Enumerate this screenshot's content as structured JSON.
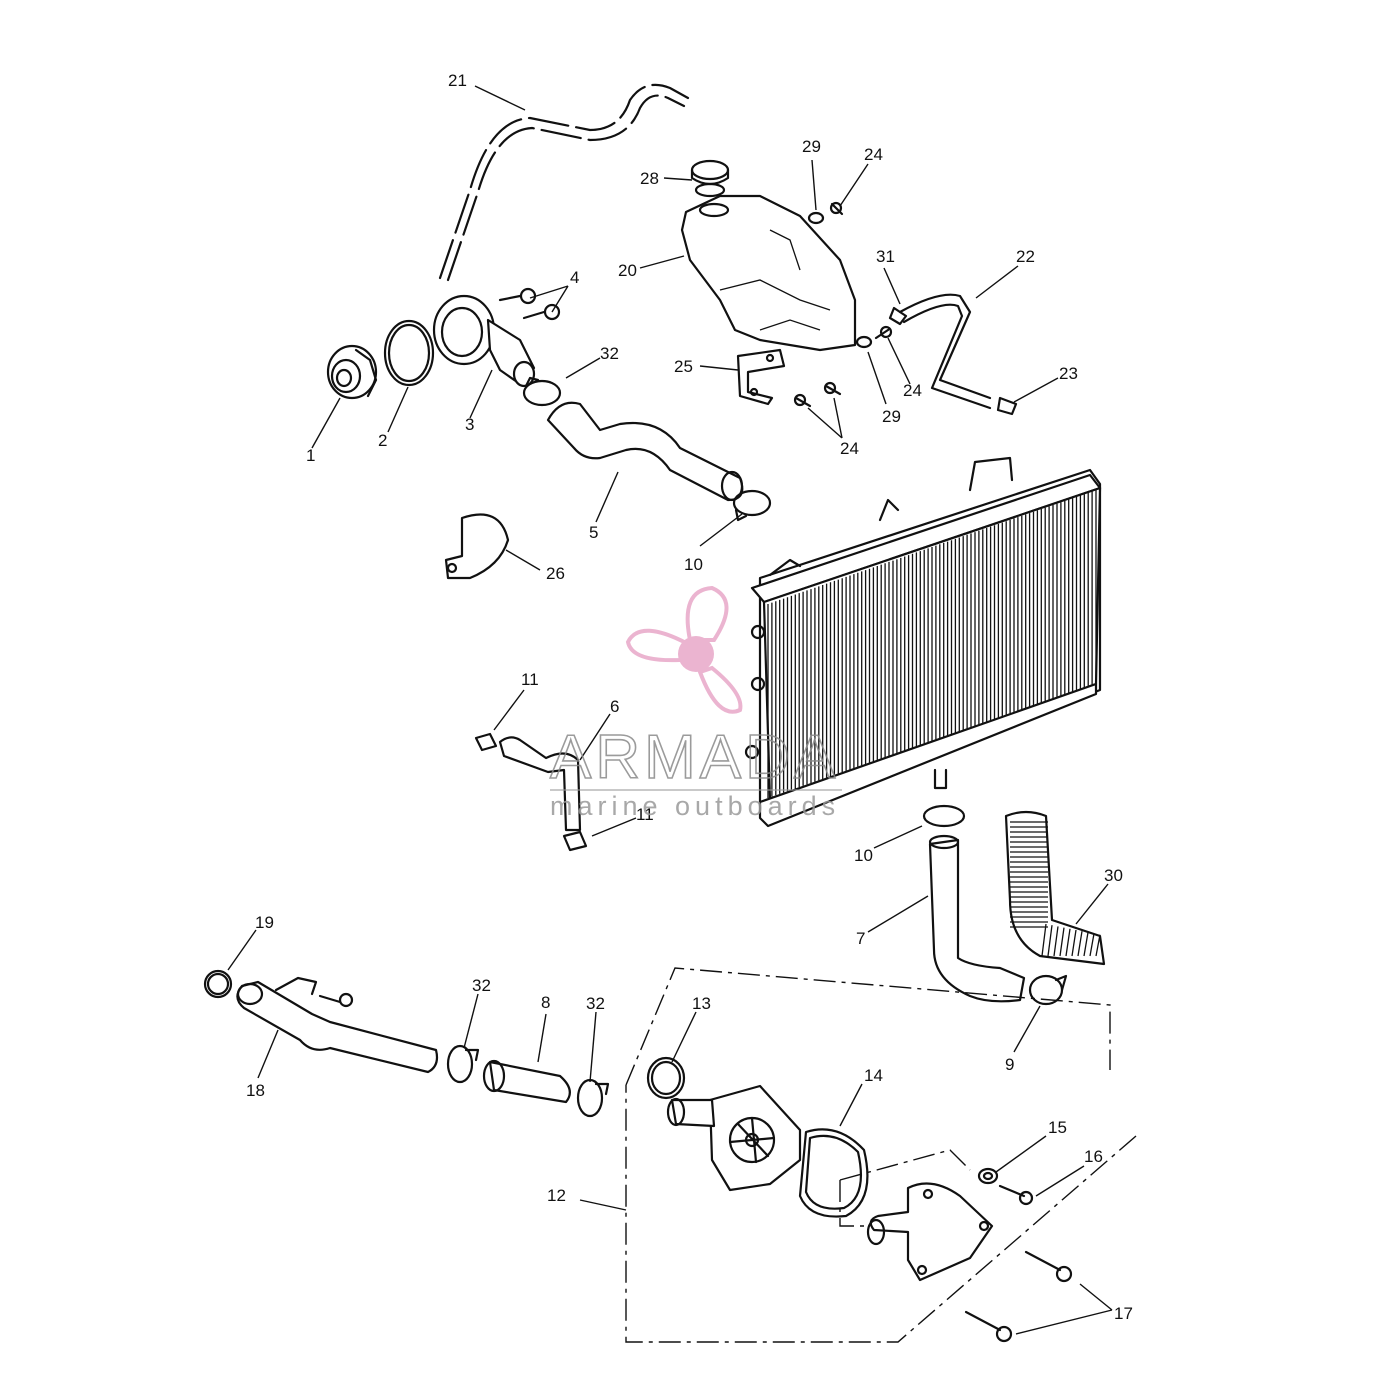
{
  "watermark": {
    "brand": "ARMADA",
    "tagline": "marine outboards",
    "logo_color": "#e8a8c8"
  },
  "callouts": [
    {
      "id": "c1",
      "text": "1"
    },
    {
      "id": "c2",
      "text": "2"
    },
    {
      "id": "c3",
      "text": "3"
    },
    {
      "id": "c4",
      "text": "4"
    },
    {
      "id": "c5",
      "text": "5"
    },
    {
      "id": "c6",
      "text": "6"
    },
    {
      "id": "c7",
      "text": "7"
    },
    {
      "id": "c8",
      "text": "8"
    },
    {
      "id": "c9",
      "text": "9"
    },
    {
      "id": "c10a",
      "text": "10"
    },
    {
      "id": "c10b",
      "text": "10"
    },
    {
      "id": "c11a",
      "text": "11"
    },
    {
      "id": "c11b",
      "text": "11"
    },
    {
      "id": "c12",
      "text": "12"
    },
    {
      "id": "c13",
      "text": "13"
    },
    {
      "id": "c14",
      "text": "14"
    },
    {
      "id": "c15",
      "text": "15"
    },
    {
      "id": "c16",
      "text": "16"
    },
    {
      "id": "c17",
      "text": "17"
    },
    {
      "id": "c18",
      "text": "18"
    },
    {
      "id": "c19",
      "text": "19"
    },
    {
      "id": "c20",
      "text": "20"
    },
    {
      "id": "c21",
      "text": "21"
    },
    {
      "id": "c22",
      "text": "22"
    },
    {
      "id": "c23",
      "text": "23"
    },
    {
      "id": "c24a",
      "text": "24"
    },
    {
      "id": "c24b",
      "text": "24"
    },
    {
      "id": "c24c",
      "text": "24"
    },
    {
      "id": "c25",
      "text": "25"
    },
    {
      "id": "c26",
      "text": "26"
    },
    {
      "id": "c28",
      "text": "28"
    },
    {
      "id": "c29a",
      "text": "29"
    },
    {
      "id": "c29b",
      "text": "29"
    },
    {
      "id": "c30",
      "text": "30"
    },
    {
      "id": "c31",
      "text": "31"
    },
    {
      "id": "c32a",
      "text": "32"
    },
    {
      "id": "c32b",
      "text": "32"
    },
    {
      "id": "c32c",
      "text": "32"
    }
  ]
}
